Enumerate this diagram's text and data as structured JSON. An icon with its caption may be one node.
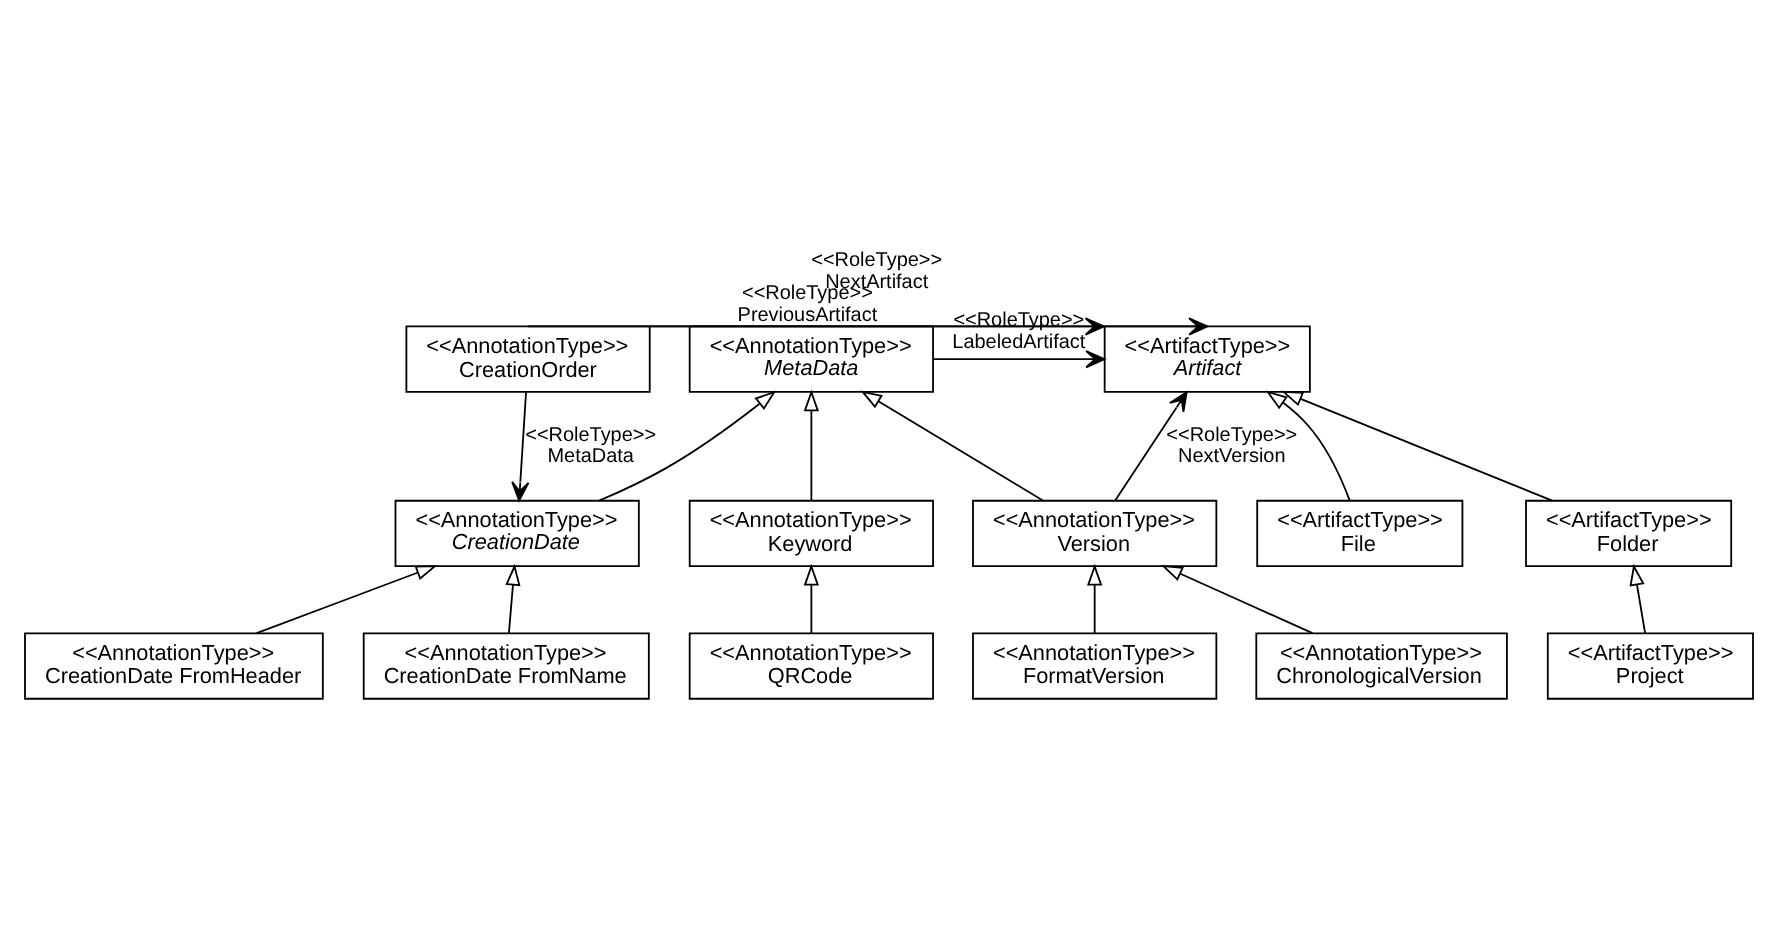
{
  "diagram": {
    "nodes": [
      {
        "text": [
          "<<AnnotationType>>",
          "CreationOrder"
        ]
      },
      {
        "text": [
          "<<AnnotationType>>",
          "MetaData"
        ]
      },
      {
        "text": [
          "<<ArtifactType>>",
          "Artifact"
        ]
      },
      {
        "text": [
          "<<AnnotationType>>",
          "CreationDate"
        ]
      },
      {
        "text": [
          "<<AnnotationType>>",
          "Keyword"
        ]
      },
      {
        "text": [
          "<<AnnotationType>>",
          "Version"
        ]
      },
      {
        "text": [
          "<<ArtifactType>>",
          "File"
        ]
      },
      {
        "text": [
          "<<ArtifactType>>",
          "Folder"
        ]
      },
      {
        "text": [
          "<<AnnotationType>>",
          "CreationDate FromHeader"
        ]
      },
      {
        "text": [
          "<<AnnotationType>>",
          "CreationDate FromName"
        ]
      },
      {
        "text": [
          "<<AnnotationType>>",
          "QRCode"
        ]
      },
      {
        "text": [
          "<<AnnotationType>>",
          "FormatVersion"
        ]
      },
      {
        "text": [
          "<<AnnotationType>>",
          "ChronologicalVersion"
        ]
      },
      {
        "text": [
          "<<ArtifactType>>",
          "Project"
        ]
      }
    ],
    "edges": [
      {
        "from": 0,
        "to": 2,
        "arrow": "to",
        "label": "<<RoleType>> NextArtifact"
      },
      {
        "from": 0,
        "to": 2,
        "arrow": "to",
        "label": "<<RoleType>> PreviousArtifact"
      },
      {
        "from": 1,
        "to": 2,
        "arrow": "to",
        "label": "<<RoleType>> LabeledArtifact"
      },
      {
        "from": 0,
        "to": 3,
        "arrow": "to",
        "label": "<<RoleType>> MetaData"
      },
      {
        "from": 5,
        "to": 2,
        "arrow": "to",
        "label": "<<RoleType>> NextVersion"
      },
      {
        "from": 3,
        "to": 1,
        "arrow": "to"
      },
      {
        "from": 4,
        "to": 1,
        "arrow": "to"
      },
      {
        "from": 5,
        "to": 1,
        "arrow": "to"
      },
      {
        "from": 6,
        "to": 2,
        "arrow": "to"
      },
      {
        "from": 7,
        "to": 2,
        "arrow": "to"
      },
      {
        "from": 8,
        "to": 3,
        "arrow": "to"
      },
      {
        "from": 9,
        "to": 3,
        "arrow": "to"
      },
      {
        "from": 10,
        "to": 4,
        "arrow": "to"
      },
      {
        "from": 11,
        "to": 5,
        "arrow": "to"
      },
      {
        "from": 12,
        "to": 5,
        "arrow": "to"
      },
      {
        "from": 13,
        "to": 7,
        "arrow": "to"
      }
    ]
  }
}
